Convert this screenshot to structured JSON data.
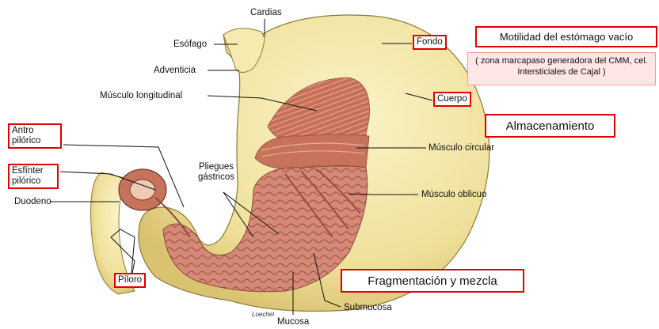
{
  "labels": {
    "cardias": "Cardias",
    "esofago": "Esófago",
    "adventicia": "Adventicia",
    "musculo_longitudinal": "Músculo longitudinal",
    "musculo_circular": "Músculo circular",
    "musculo_oblicuo": "Músculo oblicuo",
    "pliegues": "Pliegues gástricos",
    "duodeno": "Duodeno",
    "submucosa": "Submucosa",
    "mucosa": "Mucosa",
    "artist": "Loechel"
  },
  "boxed_labels": {
    "fondo": "Fondo",
    "cuerpo": "Cuerpo",
    "antro": "Antro pilórico",
    "esfinter": "Esfínter pilórico",
    "piloro": "Píloro"
  },
  "annotations": {
    "motilidad": "Motilidad del estómago vacío",
    "marcapaso": "( zona marcapaso generadora del CMM, cel. Intersticiales de Cajal )",
    "almacenamiento": "Almacenamiento",
    "fragmentacion": "Fragmentación y mezcla"
  },
  "colors": {
    "highlight_border": "#e00000",
    "note_fill": "#ffe6e6",
    "stomach_outer": "#f3e6a6",
    "muscle": "#c8705a",
    "mucosa": "#d99080"
  }
}
